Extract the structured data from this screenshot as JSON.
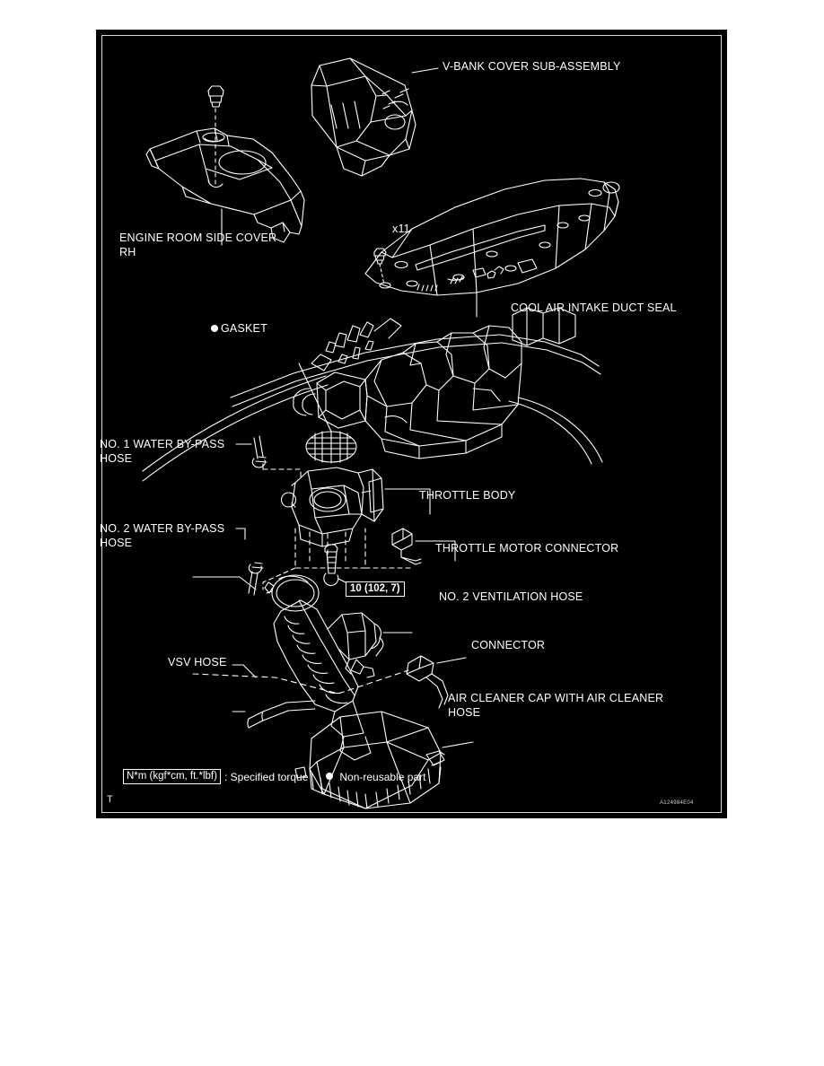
{
  "page": {
    "background": "#ffffff",
    "plate_background": "#000000",
    "line_color": "#ffffff"
  },
  "diagram": {
    "corner_mark": "T",
    "figure_id": "A124984E04",
    "torque_spec": "10 (102, 7)",
    "bolt_count_note": "x11"
  },
  "labels": {
    "v_bank_cover": "V-BANK COVER SUB-ASSEMBLY",
    "engine_room_side_cover_line1": "ENGINE ROOM SIDE COVER",
    "engine_room_side_cover_line2": "RH",
    "cool_air_intake_duct_seal": "COOL AIR INTAKE DUCT SEAL",
    "gasket": "GASKET",
    "no1_water_bypass_hose_line1": "NO. 1 WATER BY-PASS",
    "no1_water_bypass_hose_line2": "HOSE",
    "no2_water_bypass_hose_line1": "NO. 2 WATER BY-PASS",
    "no2_water_bypass_hose_line2": "HOSE",
    "throttle_body": "THROTTLE BODY",
    "throttle_motor_connector": "THROTTLE MOTOR CONNECTOR",
    "no2_ventilation_hose": "NO. 2 VENTILATION HOSE",
    "connector": "CONNECTOR",
    "vsv_hose": "VSV HOSE",
    "air_cleaner_cap_line1": "AIR CLEANER CAP WITH AIR CLEANER",
    "air_cleaner_cap_line2": "HOSE"
  },
  "legend": {
    "unit_box": "N*m (kgf*cm, ft.*lbf)",
    "torque_text": ": Specified torque",
    "nonreusable_text": "Non-reusable part"
  }
}
